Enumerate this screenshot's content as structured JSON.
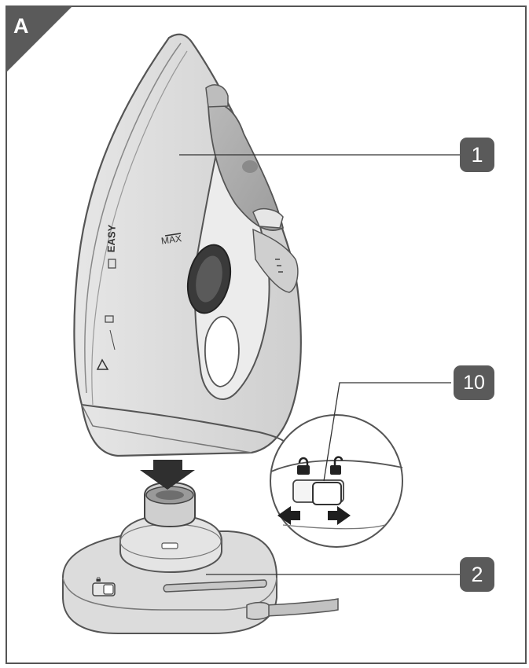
{
  "figure": {
    "panel_letter": "A",
    "callouts": [
      {
        "id": "c1",
        "label": "1"
      },
      {
        "id": "c10",
        "label": "10"
      },
      {
        "id": "c2",
        "label": "2"
      }
    ],
    "iron_markings": {
      "max_label": "MAX",
      "easy_label": "EASY"
    },
    "colors": {
      "frame": "#555555",
      "callout_bg": "#5a5a5a",
      "iron_body": "#dcdcdc",
      "iron_dark": "#9a9a9a",
      "dial": "#3a3a3a",
      "cord": "#b8b8b8"
    },
    "icons": [
      "padlock-closed-icon",
      "padlock-open-icon",
      "arrow-left-icon",
      "arrow-right-icon",
      "arrow-down-icon",
      "warning-icon"
    ]
  }
}
